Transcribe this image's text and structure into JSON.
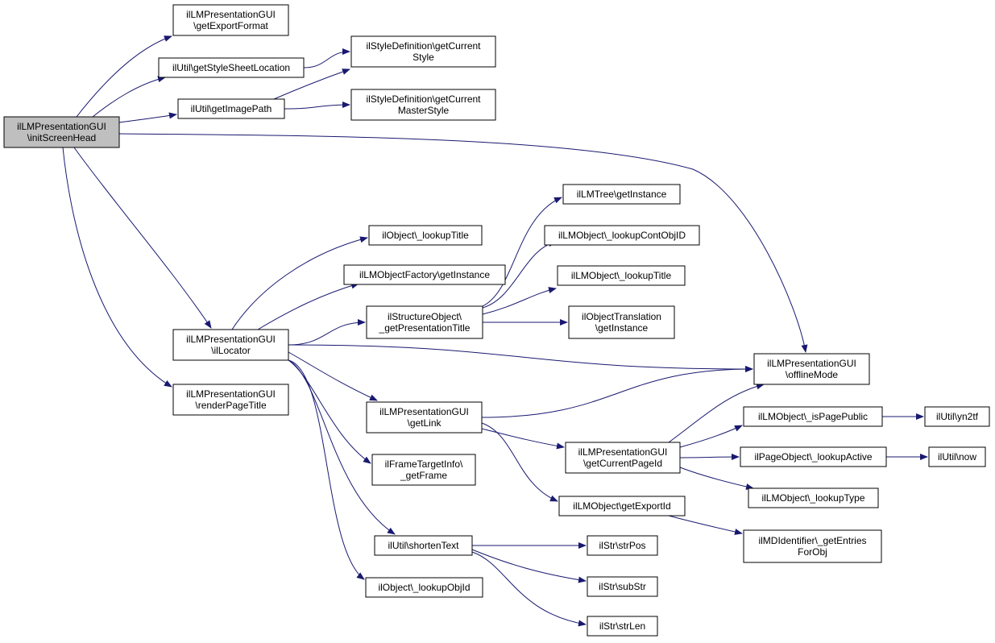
{
  "colors": {
    "edge": "#191970",
    "node_fill": "#ffffff",
    "root_fill": "#bfbfbf",
    "border": "#000000"
  },
  "nodes": [
    {
      "id": "initScreenHead",
      "lines": [
        "ilLMPresentationGUI",
        "\\initScreenHead"
      ],
      "root": true
    },
    {
      "id": "getExportFormat",
      "lines": [
        "ilLMPresentationGUI",
        "\\getExportFormat"
      ]
    },
    {
      "id": "getStyleSheetLocation",
      "lines": [
        "ilUtil\\getStyleSheetLocation"
      ]
    },
    {
      "id": "getImagePath",
      "lines": [
        "ilUtil\\getImagePath"
      ]
    },
    {
      "id": "getCurrentStyle",
      "lines": [
        "ilStyleDefinition\\getCurrent",
        "Style"
      ]
    },
    {
      "id": "getCurrentMasterStyle",
      "lines": [
        "ilStyleDefinition\\getCurrent",
        "MasterStyle"
      ]
    },
    {
      "id": "ilLocator",
      "lines": [
        "ilLMPresentationGUI",
        "\\ilLocator"
      ]
    },
    {
      "id": "renderPageTitle",
      "lines": [
        "ilLMPresentationGUI",
        "\\renderPageTitle"
      ]
    },
    {
      "id": "obj_lookupTitle",
      "lines": [
        "ilObject\\_lookupTitle"
      ]
    },
    {
      "id": "factoryGetInstance",
      "lines": [
        "ilLMObjectFactory\\getInstance"
      ]
    },
    {
      "id": "getPresentationTitle",
      "lines": [
        "ilStructureObject\\",
        "_getPresentationTitle"
      ]
    },
    {
      "id": "getLink",
      "lines": [
        "ilLMPresentationGUI",
        "\\getLink"
      ]
    },
    {
      "id": "getFrame",
      "lines": [
        "ilFrameTargetInfo\\",
        "_getFrame"
      ]
    },
    {
      "id": "shortenText",
      "lines": [
        "ilUtil\\shortenText"
      ]
    },
    {
      "id": "lookupObjId",
      "lines": [
        "ilObject\\_lookupObjId"
      ]
    },
    {
      "id": "treeGetInstance",
      "lines": [
        "ilLMTree\\getInstance"
      ]
    },
    {
      "id": "lookupContObjID",
      "lines": [
        "ilLMObject\\_lookupContObjID"
      ]
    },
    {
      "id": "lm_lookupTitle",
      "lines": [
        "ilLMObject\\_lookupTitle"
      ]
    },
    {
      "id": "translationGetInstance",
      "lines": [
        "ilObjectTranslation",
        "\\getInstance"
      ]
    },
    {
      "id": "offlineMode",
      "lines": [
        "ilLMPresentationGUI",
        "\\offlineMode"
      ]
    },
    {
      "id": "getCurrentPageId",
      "lines": [
        "ilLMPresentationGUI",
        "\\getCurrentPageId"
      ]
    },
    {
      "id": "getExportId",
      "lines": [
        "ilLMObject\\getExportId"
      ]
    },
    {
      "id": "strPos",
      "lines": [
        "ilStr\\strPos"
      ]
    },
    {
      "id": "subStr",
      "lines": [
        "ilStr\\subStr"
      ]
    },
    {
      "id": "strLen",
      "lines": [
        "ilStr\\strLen"
      ]
    },
    {
      "id": "isPagePublic",
      "lines": [
        "ilLMObject\\_isPagePublic"
      ]
    },
    {
      "id": "lookupActive",
      "lines": [
        "ilPageObject\\_lookupActive"
      ]
    },
    {
      "id": "lookupType",
      "lines": [
        "ilLMObject\\_lookupType"
      ]
    },
    {
      "id": "getEntriesForObj",
      "lines": [
        "ilMDIdentifier\\_getEntries",
        "ForObj"
      ]
    },
    {
      "id": "yn2tf",
      "lines": [
        "ilUtil\\yn2tf"
      ]
    },
    {
      "id": "now",
      "lines": [
        "ilUtil\\now"
      ]
    }
  ],
  "edges": [
    [
      "initScreenHead",
      "getExportFormat"
    ],
    [
      "initScreenHead",
      "getStyleSheetLocation"
    ],
    [
      "initScreenHead",
      "getImagePath"
    ],
    [
      "initScreenHead",
      "offlineMode"
    ],
    [
      "initScreenHead",
      "ilLocator"
    ],
    [
      "initScreenHead",
      "renderPageTitle"
    ],
    [
      "getStyleSheetLocation",
      "getCurrentStyle"
    ],
    [
      "getImagePath",
      "getCurrentStyle"
    ],
    [
      "getImagePath",
      "getCurrentMasterStyle"
    ],
    [
      "ilLocator",
      "obj_lookupTitle"
    ],
    [
      "ilLocator",
      "factoryGetInstance"
    ],
    [
      "ilLocator",
      "getPresentationTitle"
    ],
    [
      "ilLocator",
      "offlineMode"
    ],
    [
      "ilLocator",
      "getLink"
    ],
    [
      "ilLocator",
      "getFrame"
    ],
    [
      "ilLocator",
      "shortenText"
    ],
    [
      "ilLocator",
      "lookupObjId"
    ],
    [
      "getPresentationTitle",
      "treeGetInstance"
    ],
    [
      "getPresentationTitle",
      "lookupContObjID"
    ],
    [
      "getPresentationTitle",
      "lm_lookupTitle"
    ],
    [
      "getPresentationTitle",
      "translationGetInstance"
    ],
    [
      "getLink",
      "offlineMode"
    ],
    [
      "getLink",
      "getCurrentPageId"
    ],
    [
      "getLink",
      "getExportId"
    ],
    [
      "getCurrentPageId",
      "offlineMode"
    ],
    [
      "getCurrentPageId",
      "isPagePublic"
    ],
    [
      "getCurrentPageId",
      "lookupActive"
    ],
    [
      "getCurrentPageId",
      "lookupType"
    ],
    [
      "isPagePublic",
      "yn2tf"
    ],
    [
      "lookupActive",
      "now"
    ],
    [
      "getExportId",
      "getEntriesForObj"
    ],
    [
      "shortenText",
      "strPos"
    ],
    [
      "shortenText",
      "subStr"
    ],
    [
      "shortenText",
      "strLen"
    ]
  ]
}
